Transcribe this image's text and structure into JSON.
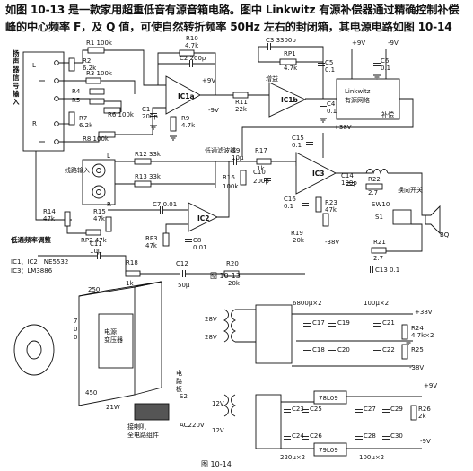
{
  "intro": "如图 10-13 是一款家用超重低音有源音箱电路。图中 Linkwitz 有源补偿器通过精确控制补偿峰的中心频率 F，及 Q 值，可使自然转折频率 50Hz 左右的封闭箱，其电源电路如图 10-14",
  "fig13": {
    "caption": "图   10-13",
    "side_label": "扬声器信号输入",
    "line_input": "线路输入",
    "lpf_label": "低通滤波器",
    "lowpass_adj": "低通频率调整",
    "linkwitz_line1": "Linkwitz",
    "linkwitz_line2": "有源网络",
    "comp": "补偿",
    "phase_switch": "换向开关",
    "ic_note1": "IC1、IC2：NE5532",
    "ic_note2": "IC3：LM3886",
    "ic1a": "IC1a",
    "ic1b": "IC1b",
    "ic2": "IC2",
    "ic3": "IC3",
    "ins_label": "增益",
    "labels": {
      "R1": "R1 100k",
      "R2": "R2",
      "R2v": "6.2k",
      "R3": "R3 100k",
      "R4": "R4",
      "R5": "R5",
      "R6": "R6 100k",
      "R7": "R7",
      "R7v": "6.2k",
      "R8": "R8 100k",
      "C1": "C1",
      "C1v": "200p",
      "R9": "R9",
      "R9v": "4.7k",
      "R10": "R10",
      "R10v": "4.7k",
      "C2": "C2 200p",
      "R11": "R11",
      "R11v": "22k",
      "C3": "C3 3300p",
      "RP1": "RP1",
      "RP1v": "4.7k",
      "C5": "C5",
      "C5v": "0.1",
      "C6": "C6",
      "C6v": "0.1",
      "C4": "C4",
      "C4v": "0.1",
      "p9v1": "+9V",
      "m9v1": "-9V",
      "p9v2": "+9V",
      "m9v2": "-9V",
      "R12": "R12 33k",
      "R13": "R13 33k",
      "R14": "R14",
      "R14v": "47k",
      "R15": "R15",
      "R15v": "47k",
      "C7": "C7 0.01",
      "RP2": "RP2 47k",
      "RP3": "RP3",
      "RP3v": "47k",
      "C8": "C8",
      "C8v": "0.01",
      "C9": "C9",
      "C9v": "10μ",
      "R16": "R16",
      "R16v": "100k",
      "R17": "R17",
      "R17v": "1k",
      "C10": "C10",
      "C10v": "200p",
      "C15": "C15",
      "C15v": "0.1",
      "p38": "+38V",
      "m38": "-38V",
      "C14": "C14",
      "C14v": "100p",
      "C16": "C16",
      "C16v": "0.1",
      "R22": "R22",
      "R22v": "2.7",
      "SW10": "SW10",
      "S1": "S1",
      "BQ": "BQ",
      "R19": "R19",
      "R19v": "20k",
      "R21": "R21",
      "R21v": "2.7",
      "C11": "C11",
      "C11v": "10μ",
      "R18": "R18",
      "R18v": "1k",
      "C12": "C12",
      "C12v": "50μ",
      "R20": "R20",
      "R20v": "20k",
      "C13": "C13 0.1",
      "C16b": "C16 0.1",
      "R23": "R23",
      "R23v": "47k",
      "L": "L",
      "R": "R"
    }
  },
  "fig14": {
    "caption": "图   10-14",
    "cabinet_labels": {
      "w": "250",
      "h": "700",
      "d": "450",
      "board": "电源\n变压器",
      "p_board": "电路板",
      "ps": "接喇叭\n全电路组件",
      "w21": "21W"
    },
    "labels": {
      "c6800": "6800μ×2",
      "c100a": "100μ×2",
      "p38": "+38V",
      "m38": "-38V",
      "t28a": "28V",
      "t28b": "28V",
      "C17": "C17",
      "C18": "C18",
      "C19": "C19",
      "C20": "C20",
      "C21": "C21",
      "C22": "C22",
      "R24": "R24",
      "R24v": "4.7k×2",
      "R25": "R25",
      "S2": "S2",
      "t12a": "12V",
      "t12b": "12V",
      "ac": "AC220V",
      "p9": "+9V",
      "m9": "-9V",
      "reg1": "78L09",
      "reg2": "79L09",
      "C23": "C23",
      "C24": "C24",
      "C25": "C25",
      "C26": "C26",
      "C27": "C27",
      "C28": "C28",
      "C29": "C29",
      "C30": "C30",
      "R26": "R26",
      "R26v": "2k",
      "c220": "220μ×2",
      "c100b": "100μ×2"
    }
  }
}
